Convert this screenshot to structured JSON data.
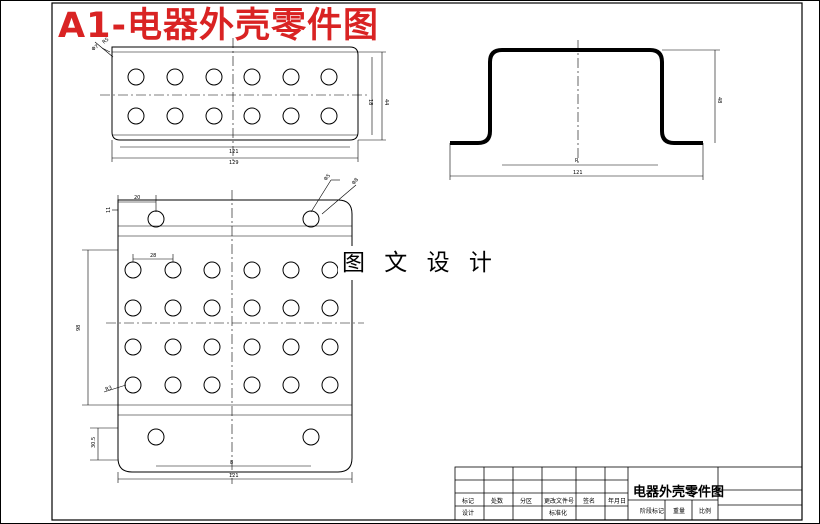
{
  "title": "A1-电器外壳零件图",
  "watermark": "图 文 设 计",
  "title_block": {
    "drawing_name": "电器外壳零件图",
    "row1": [
      "标记",
      "处数",
      "分区",
      "更改文件号",
      "签名",
      "年月日"
    ],
    "row2": [
      "设计",
      "",
      "",
      "标准化",
      "",
      ""
    ],
    "right_labels": [
      "阶段标记",
      "重量",
      "比例"
    ]
  },
  "dims": {
    "top_width_inner": "121",
    "top_width_outer": "129",
    "top_height_right": "44",
    "top_height_left": "18",
    "radius_top": "R5",
    "hole_dia": "Φ7",
    "side_width_inner": "R",
    "side_width_outer": "121",
    "side_height": "48",
    "plan_pitch": "28",
    "plan_offset": "20",
    "plan_hole_left": "Φ5",
    "plan_hole_right": "Φ8",
    "plan_height": "98",
    "plan_flange": "30.5",
    "plan_bottom_inner": "8",
    "plan_bottom_outer": "121",
    "plan_small_left": "11",
    "plan_bracket": "R3"
  }
}
